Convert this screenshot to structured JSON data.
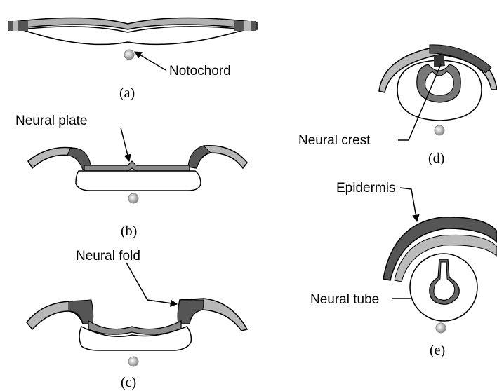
{
  "labels": {
    "notochord": "Notochord",
    "neural_plate": "Neural plate",
    "neural_fold": "Neural fold",
    "neural_crest": "Neural crest",
    "epidermis": "Epidermis",
    "neural_tube": "Neural tube"
  },
  "captions": {
    "a": "(a)",
    "b": "(b)",
    "c": "(c)",
    "d": "(d)",
    "e": "(e)"
  },
  "colors": {
    "light_gray": "#b8b8b8",
    "dark_gray": "#555555",
    "mid_gray": "#8a8a8a",
    "outline": "#000000",
    "fill": "#ffffff"
  }
}
